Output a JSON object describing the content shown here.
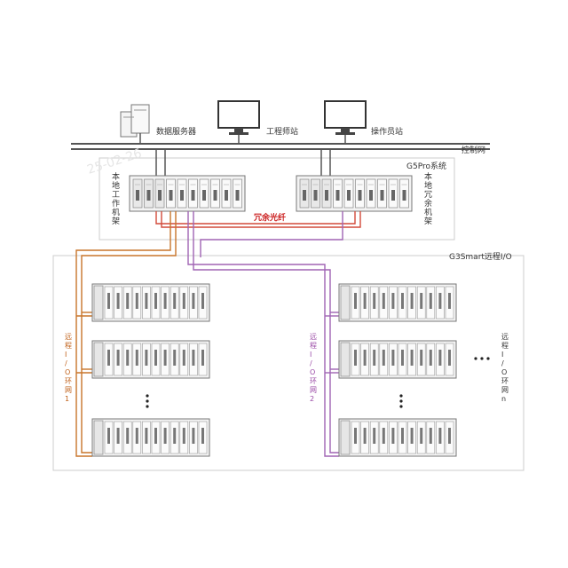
{
  "labels": {
    "data_server": "数据服务器",
    "engineer_station": "工程师站",
    "operator_station": "操作员站",
    "control_network": "控制网",
    "g5pro_system": "G5Pro系统",
    "local_rack": "本地工作机架",
    "redundant_rack": "本地冗余机架",
    "redundant_fiber": "冗余光纤",
    "g3smart_io": "G3Smart远程I/O",
    "ring1": "远程I/O环网1",
    "ring2": "远程I/O环网2",
    "ringn": "远程I/O环网n"
  },
  "colors": {
    "orange_link": "#c8752a",
    "purple_link": "#a064b4",
    "red_link": "#d24a3a",
    "network_line": "#555555"
  },
  "icons": {
    "server": "server-icon",
    "monitor": "monitor-icon",
    "io_rack": "io-rack-icon",
    "controller_rack": "controller-rack-icon"
  },
  "watermark": "25-02-26"
}
